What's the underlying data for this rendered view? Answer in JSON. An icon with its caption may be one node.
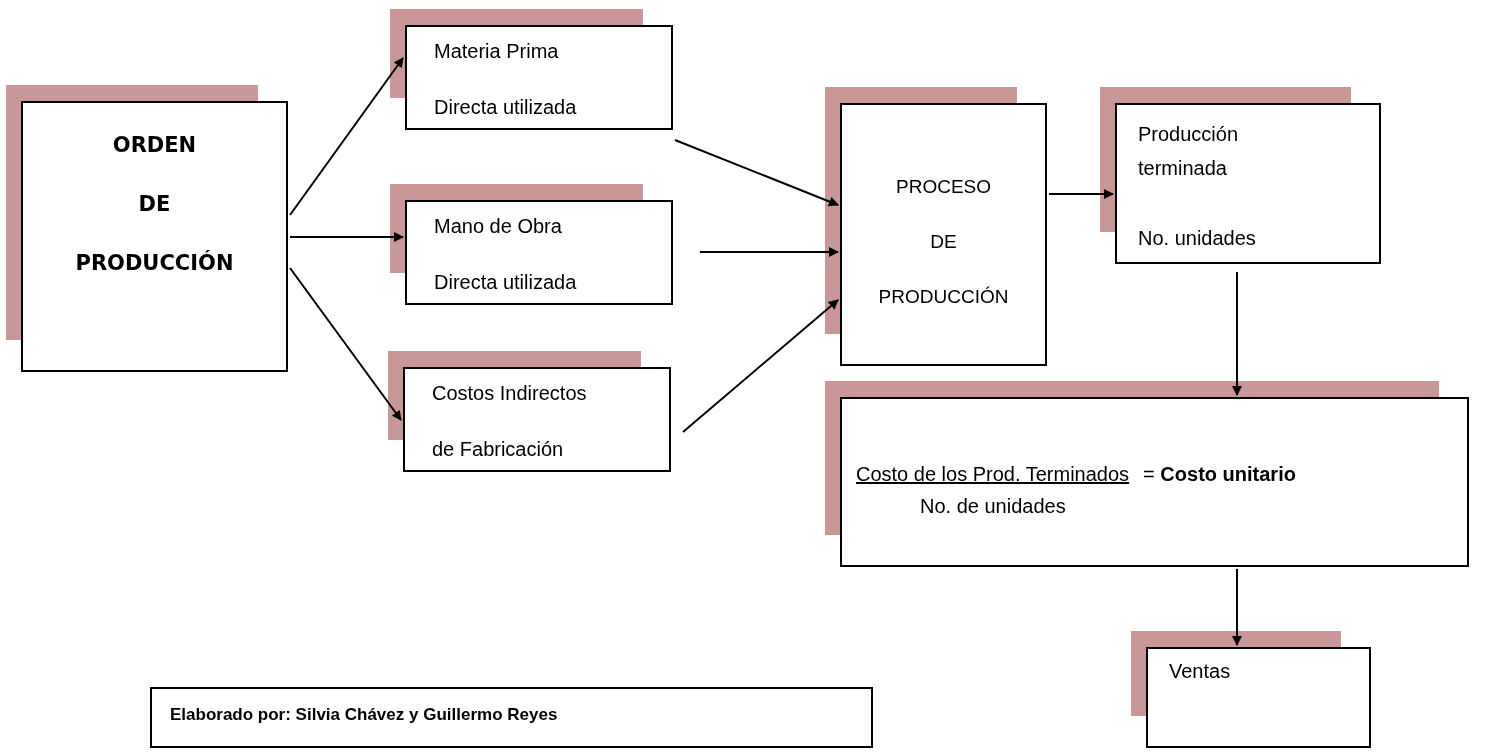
{
  "diagram": {
    "nodes": [
      {
        "text": [
          "ORDEN",
          "DE",
          "PRODUCCIÓN"
        ]
      },
      {
        "text": [
          "Materia Prima",
          "Directa utilizada"
        ]
      },
      {
        "text": [
          "Mano de Obra",
          "Directa utilizada"
        ]
      },
      {
        "text": [
          "Costos Indirectos",
          "de Fabricación"
        ]
      },
      {
        "text": [
          "PROCESO",
          "DE",
          "PRODUCCIÓN"
        ]
      },
      {
        "text": [
          "Producción terminada",
          "No. unidades"
        ]
      },
      {
        "text": [
          "Costo de los Prod. Terminados",
          "= **Costo unitario**",
          "No. de unidades"
        ]
      },
      {
        "text": [
          "Ventas"
        ]
      },
      {
        "text": [
          "Elaborado por: Silvia Chávez y  Guillermo Reyes"
        ]
      }
    ],
    "edges": [
      {
        "from": 0,
        "to": 1,
        "arrow": "to"
      },
      {
        "from": 0,
        "to": 2,
        "arrow": "to"
      },
      {
        "from": 0,
        "to": 3,
        "arrow": "to"
      },
      {
        "from": 1,
        "to": 4,
        "arrow": "to"
      },
      {
        "from": 2,
        "to": 4,
        "arrow": "to"
      },
      {
        "from": 3,
        "to": 4,
        "arrow": "to"
      },
      {
        "from": 4,
        "to": 5,
        "arrow": "to"
      },
      {
        "from": 5,
        "to": 6,
        "arrow": "to"
      },
      {
        "from": 6,
        "to": 7,
        "arrow": "to"
      }
    ]
  }
}
